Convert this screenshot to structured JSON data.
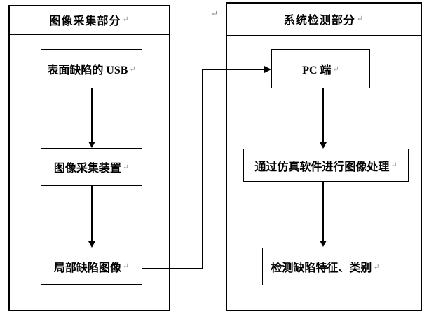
{
  "diagram": {
    "type": "flowchart",
    "return_mark": "↵",
    "left_panel": {
      "title": "图像采集部分",
      "boxes": [
        "表面缺陷的 USB",
        "图像采集装置",
        "局部缺陷图像"
      ]
    },
    "right_panel": {
      "title": "系统检测部分",
      "boxes": [
        "PC 端",
        "通过仿真软件进行图像处理",
        "检测缺陷特征、类别"
      ]
    },
    "connections": [
      {
        "from": "表面缺陷的 USB",
        "to": "图像采集装置"
      },
      {
        "from": "图像采集装置",
        "to": "局部缺陷图像"
      },
      {
        "from": "局部缺陷图像",
        "to": "PC 端"
      },
      {
        "from": "PC 端",
        "to": "通过仿真软件进行图像处理"
      },
      {
        "from": "通过仿真软件进行图像处理",
        "to": "检测缺陷特征、类别"
      }
    ],
    "colors": {
      "line": "#000000",
      "text": "#000000",
      "paragraph_mark": "#909090",
      "background": "#ffffff"
    }
  }
}
